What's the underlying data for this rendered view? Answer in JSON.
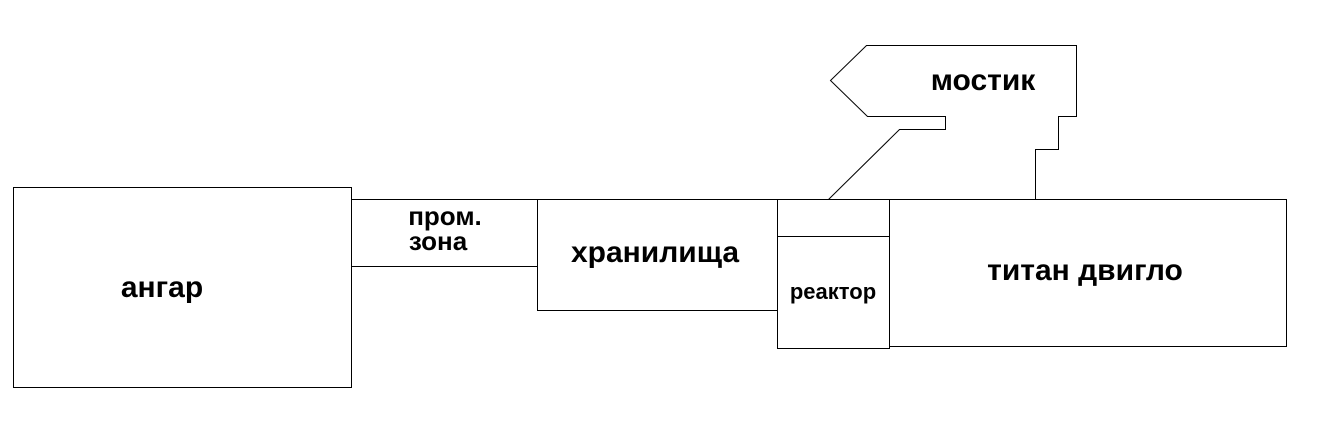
{
  "diagram": {
    "colors": {
      "background": "#ffffff",
      "stroke": "#000000",
      "text": "#000000"
    },
    "labels": {
      "hangar": "ангар",
      "industrial_line1": "пром.",
      "industrial_line2": "зона",
      "storage": "хранилища",
      "reactor": "реактор",
      "titan_engine": "титан двигло",
      "bridge": "мостик"
    }
  }
}
